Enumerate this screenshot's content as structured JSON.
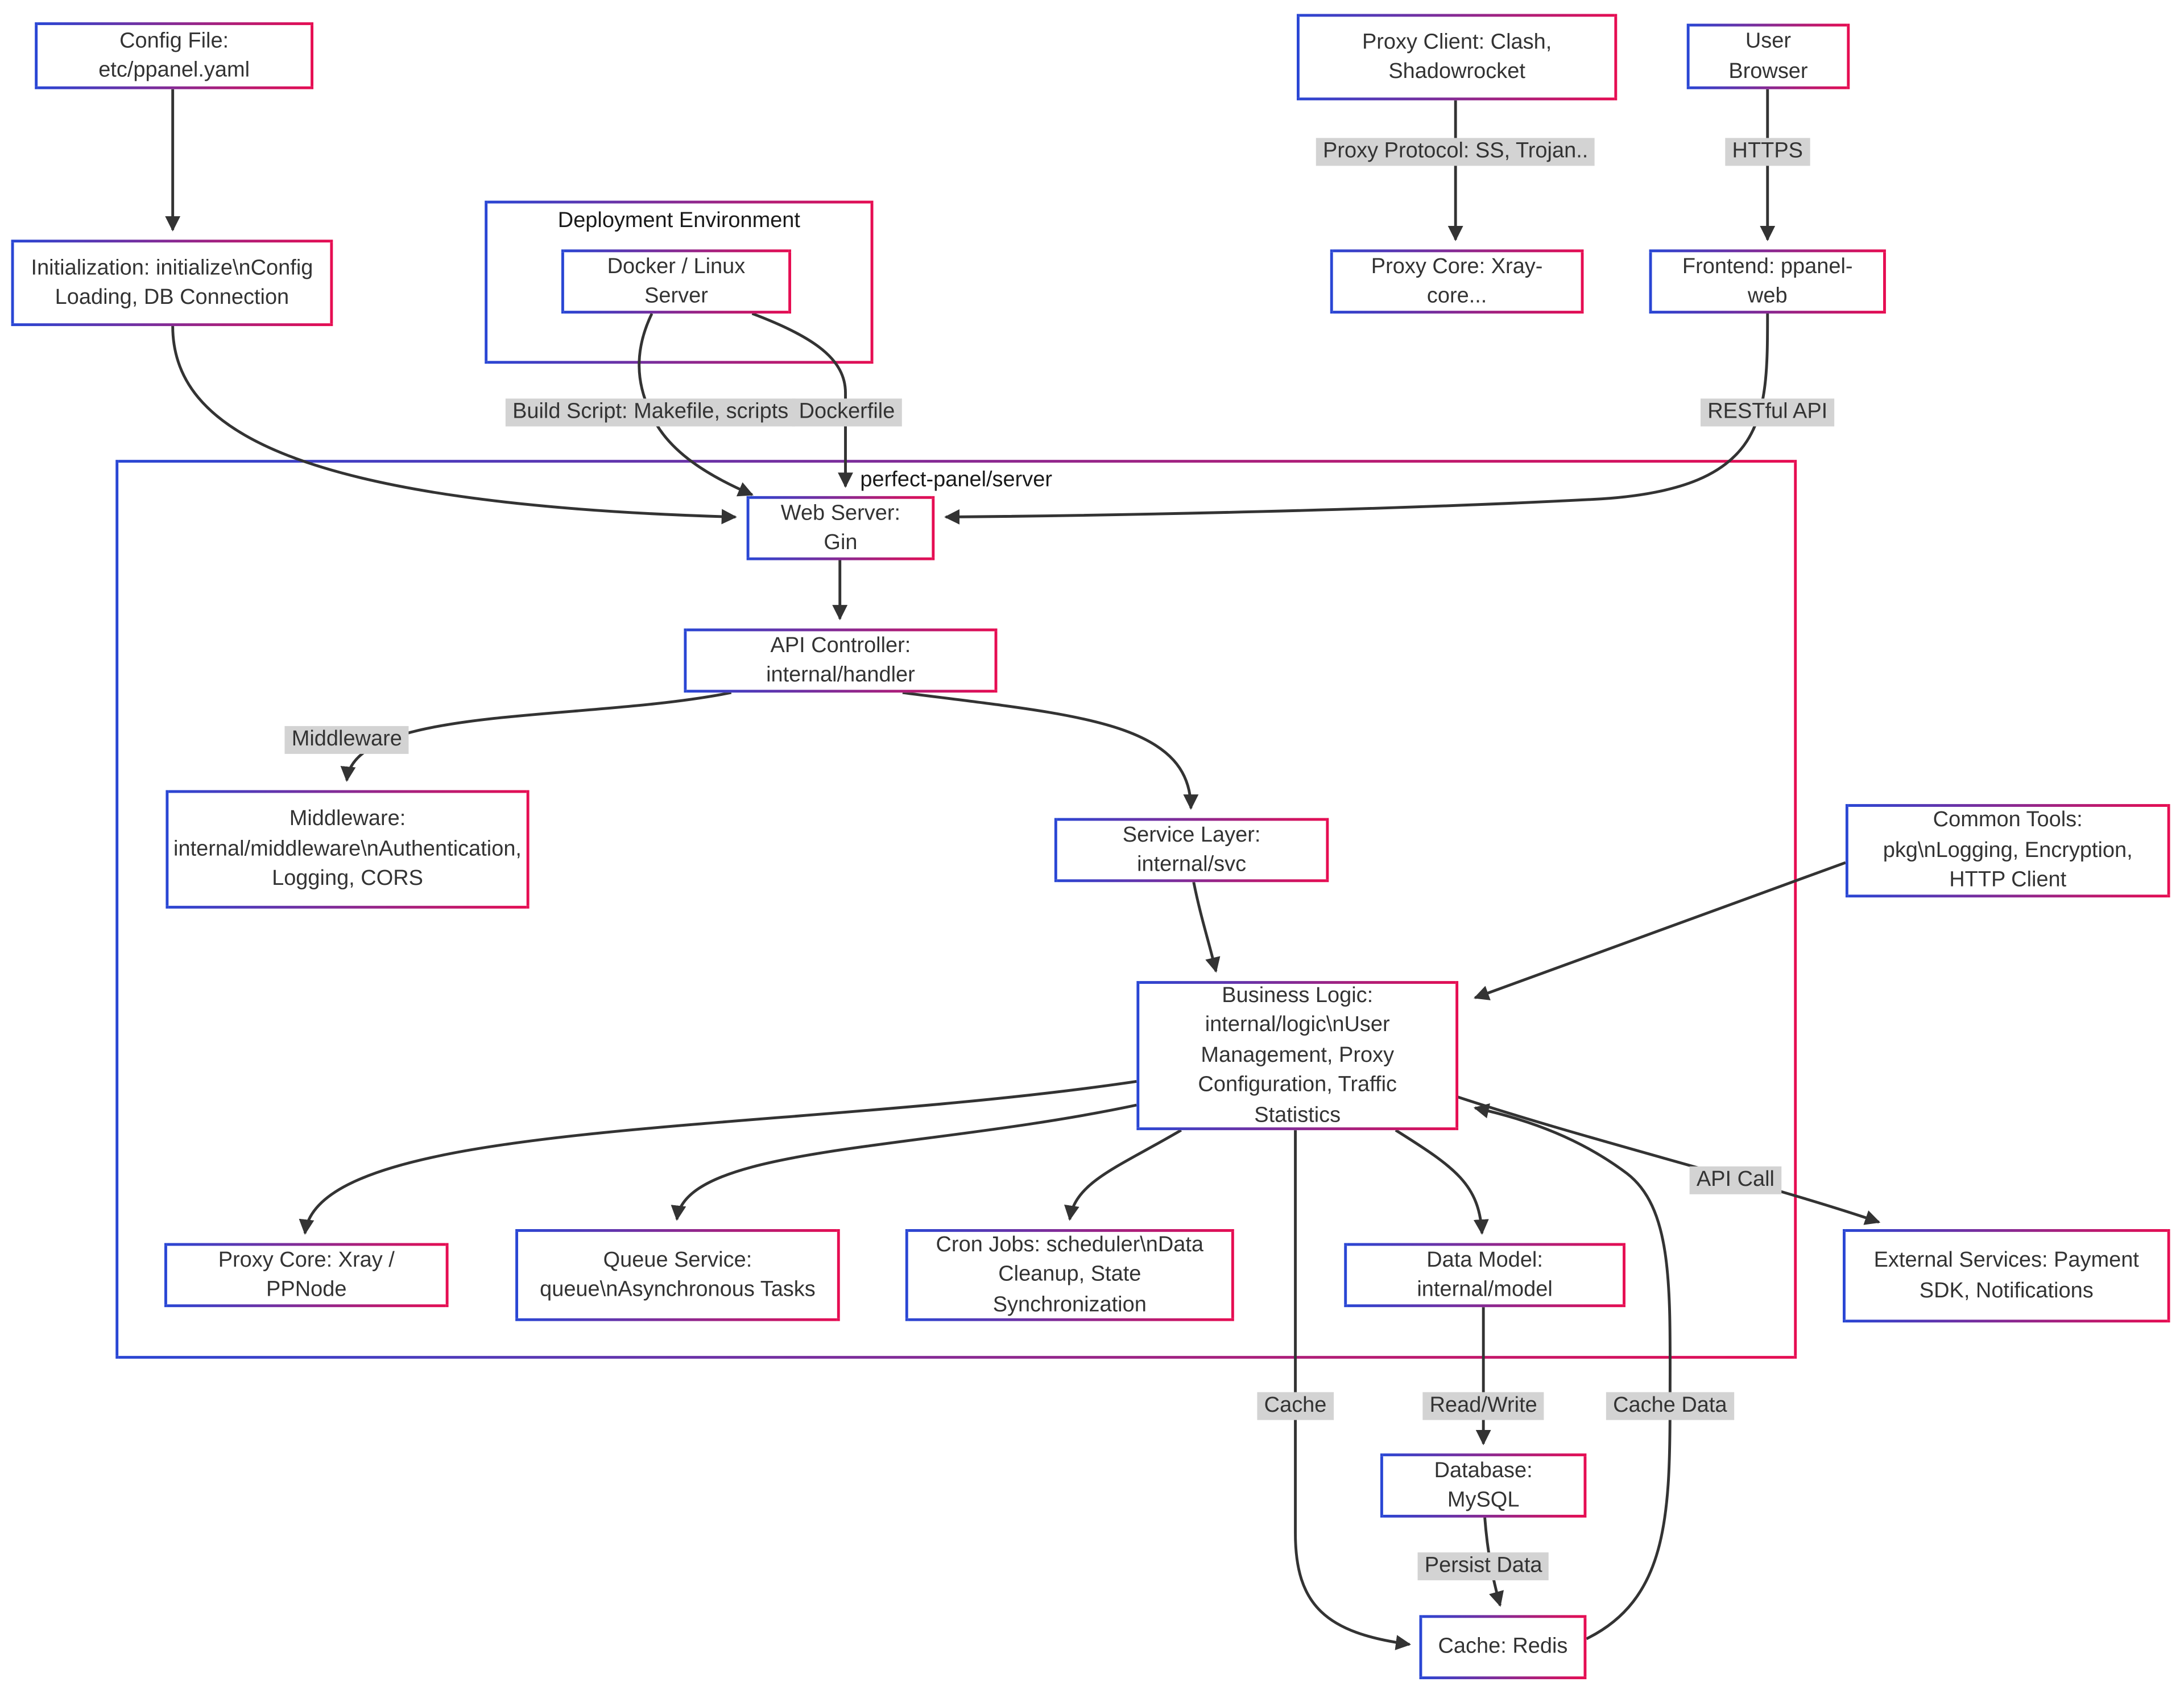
{
  "diagram": {
    "containers": {
      "deployment": {
        "label": "Deployment Environment"
      },
      "server": {
        "label": "perfect-panel/server"
      }
    },
    "nodes": {
      "config_file": {
        "label": "Config File: etc/ppanel.yaml"
      },
      "proxy_client": {
        "label": "Proxy Client: Clash, Shadowrocket"
      },
      "user_browser": {
        "label": "User Browser"
      },
      "initialization": {
        "label": "Initialization: initialize\\nConfig Loading, DB Connection"
      },
      "docker": {
        "label": "Docker / Linux Server"
      },
      "proxy_core_xray": {
        "label": "Proxy Core: Xray-core..."
      },
      "frontend": {
        "label": "Frontend: ppanel-web"
      },
      "web_server": {
        "label": "Web Server: Gin"
      },
      "api_controller": {
        "label": "API Controller: internal/handler"
      },
      "middleware": {
        "label": "Middleware: internal/middleware\\nAuthentication, Logging, CORS"
      },
      "service_layer": {
        "label": "Service Layer: internal/svc"
      },
      "common_tools": {
        "label": "Common Tools: pkg\\nLogging, Encryption, HTTP Client"
      },
      "business_logic": {
        "label": "Business Logic: internal/logic\\nUser Management, Proxy Configuration, Traffic Statistics"
      },
      "proxy_core_node": {
        "label": "Proxy Core: Xray / PPNode"
      },
      "queue_service": {
        "label": "Queue Service: queue\\nAsynchronous Tasks"
      },
      "cron_jobs": {
        "label": "Cron Jobs: scheduler\\nData Cleanup, State Synchronization"
      },
      "data_model": {
        "label": "Data Model: internal/model"
      },
      "external_services": {
        "label": "External Services: Payment SDK, Notifications"
      },
      "database": {
        "label": "Database: MySQL"
      },
      "cache_redis": {
        "label": "Cache: Redis"
      }
    },
    "edge_labels": {
      "proxy_protocol": "Proxy Protocol: SS, Trojan..",
      "https": "HTTPS",
      "build_script": "Build Script: Makefile, scripts",
      "dockerfile": "Dockerfile",
      "restful_api": "RESTful API",
      "middleware": "Middleware",
      "api_call": "API Call",
      "cache": "Cache",
      "read_write": "Read/Write",
      "cache_data": "Cache Data",
      "persist_data": "Persist Data"
    },
    "colors": {
      "border_gradient_start": "#2946d4",
      "border_gradient_end": "#e60d52",
      "edge_color": "#333333",
      "edge_label_bg": "#d3d3d3",
      "text": "#333333"
    }
  }
}
